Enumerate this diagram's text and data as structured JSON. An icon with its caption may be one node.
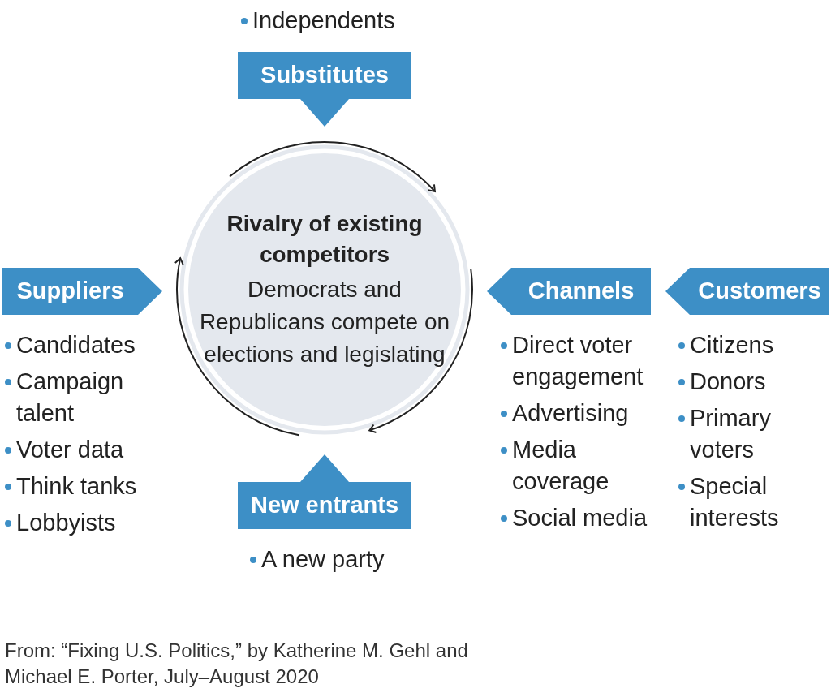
{
  "diagram": {
    "caption": "From: “Fixing U.S. Politics,” by Katherine M. Gehl and Michael E. Porter, July–August 2020",
    "nodes": [
      {
        "text": [
          "Substitutes"
        ],
        "beside": [
          "Independents"
        ]
      },
      {
        "text": [
          "Suppliers"
        ],
        "beside": [
          "Candidates",
          "Campaign talent",
          "Voter data",
          "Think tanks",
          "Lobbyists"
        ]
      },
      {
        "text": [
          "Rivalry of existing competitors",
          "Democrats and Republicans compete on elections and legislating"
        ]
      },
      {
        "text": [
          "Channels"
        ],
        "beside": [
          "Direct voter engagement",
          "Advertising",
          "Media coverage",
          "Social media"
        ]
      },
      {
        "text": [
          "Customers"
        ],
        "beside": [
          "Citizens",
          "Donors",
          "Primary voters",
          "Special interests"
        ]
      },
      {
        "text": [
          "New entrants"
        ],
        "beside": [
          "A new party"
        ]
      }
    ]
  }
}
